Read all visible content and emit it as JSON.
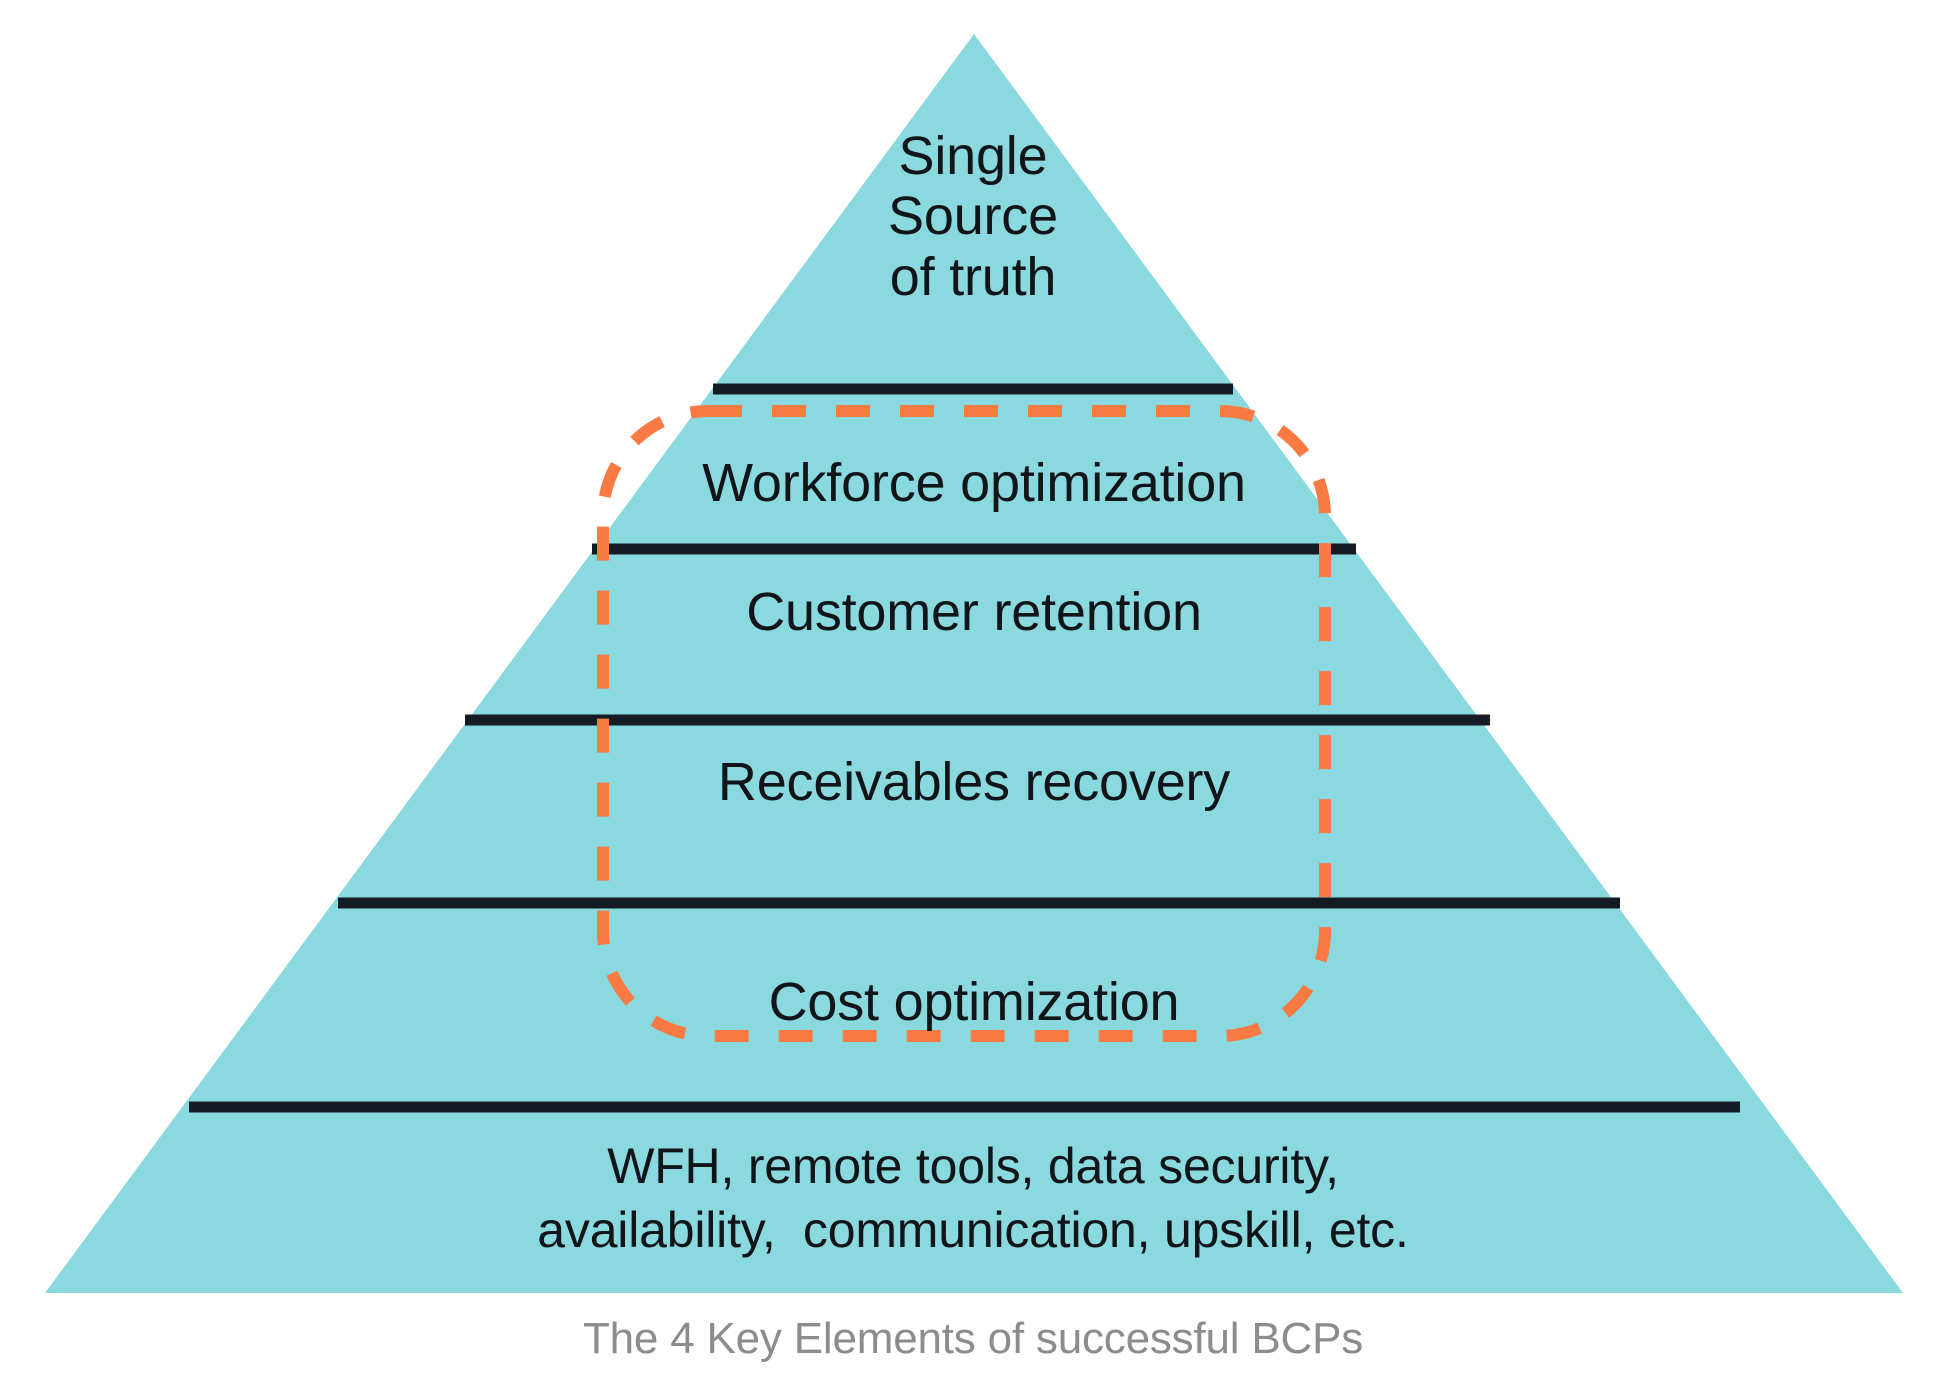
{
  "diagram": {
    "type": "pyramid",
    "caption": "The 4 Key Elements of successful BCPs",
    "colors": {
      "pyramid_fill": "#8AD9DF",
      "divider": "#151B23",
      "highlight_dashed": "#F97B43",
      "label_text": "#111418",
      "caption_text": "#8C8C8C",
      "background": "#FFFFFF"
    },
    "highlight": {
      "shape": "rounded-rectangle",
      "style": "dashed",
      "color": "#F97B43",
      "encloses": [
        "Workforce optimization",
        "Customer retention",
        "Receivables recovery",
        "Cost optimization"
      ]
    },
    "tiers": [
      {
        "id": "apex",
        "rank": 1,
        "label": "Single\nSource\nof truth",
        "label_line1": "Single",
        "label_line2": "Source",
        "label_line3": "of truth",
        "highlighted": false
      },
      {
        "id": "workforce",
        "rank": 2,
        "label": "Workforce optimization",
        "highlighted": true
      },
      {
        "id": "customer",
        "rank": 3,
        "label": "Customer retention",
        "highlighted": true
      },
      {
        "id": "receivables",
        "rank": 4,
        "label": "Receivables recovery",
        "highlighted": true
      },
      {
        "id": "cost",
        "rank": 5,
        "label": "Cost optimization",
        "highlighted": true
      },
      {
        "id": "foundation",
        "rank": 6,
        "label": "WFH, remote tools, data security,\navailability,  communication, upskill, etc.",
        "label_line1": "WFH, remote tools, data security,",
        "label_line2": "availability,  communication, upskill, etc.",
        "highlighted": false
      }
    ]
  }
}
